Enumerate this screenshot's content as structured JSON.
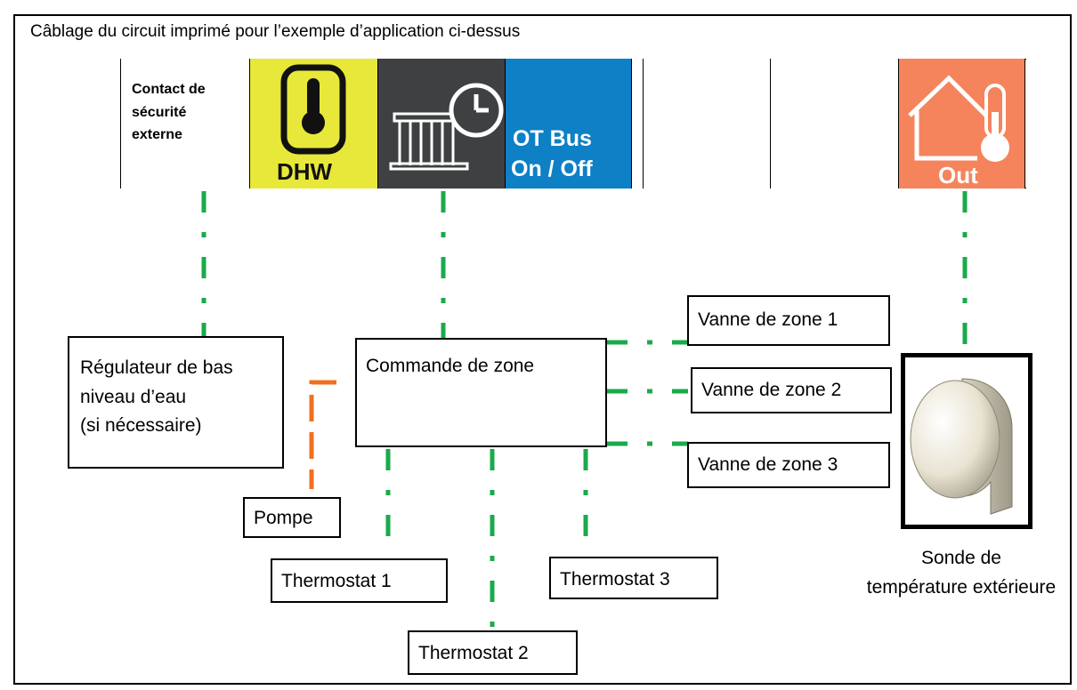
{
  "title": "Câblage du circuit imprimé pour l’exemple d’application ci-dessus",
  "terminal_strip": {
    "slots": [
      {
        "id": "security",
        "lines": [
          "Contact de",
          "sécurité",
          "externe"
        ],
        "color": "#ffffff"
      },
      {
        "id": "dhw",
        "label": "DHW",
        "icon": "thermometer-icon",
        "color": "#e8e83a"
      },
      {
        "id": "heating",
        "icon": "radiator-clock-icon",
        "color": "#3f4042"
      },
      {
        "id": "otbus",
        "label_lines": [
          "OT Bus",
          "On / Off"
        ],
        "color": "#0d80c6"
      },
      {
        "id": "empty1",
        "color": "#ffffff"
      },
      {
        "id": "empty2",
        "color": "#ffffff"
      },
      {
        "id": "empty3",
        "color": "#ffffff"
      },
      {
        "id": "out",
        "label": "Out",
        "icon": "house-thermometer-icon",
        "color": "#f5845d"
      }
    ]
  },
  "devices": {
    "low_water": {
      "lines": [
        "Régulateur de bas",
        "niveau d’eau",
        "(si nécessaire)"
      ]
    },
    "zone_control": {
      "label": "Commande de zone"
    },
    "pump": {
      "label": "Pompe"
    },
    "thermostats": [
      "Thermostat 1",
      "Thermostat 2",
      "Thermostat 3"
    ],
    "zone_valves": [
      "Vanne de zone 1",
      "Vanne de zone 2",
      "Vanne de zone 3"
    ],
    "outdoor_sensor": {
      "caption_lines": [
        "Sonde de",
        "température extérieure"
      ],
      "icon": "outdoor-sensor-icon"
    }
  },
  "colors": {
    "wire_green": "#1aaa4b",
    "wire_orange": "#f07022",
    "frame": "#000000"
  }
}
